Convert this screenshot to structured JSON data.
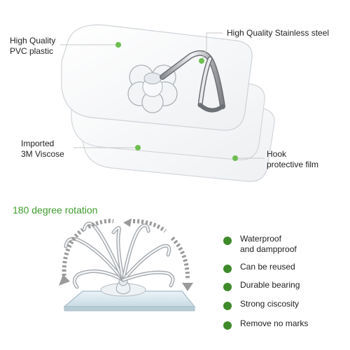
{
  "callouts": {
    "pvc": {
      "line1": "High Quality",
      "line2": "PVC plastic"
    },
    "steel": {
      "line1": "High Quality Stainless steel"
    },
    "viscose": {
      "line1": "Imported",
      "line2": "3M Viscose"
    },
    "film": {
      "line1": "Hook",
      "line2": "protective film"
    }
  },
  "rotation": {
    "title": "180 degree rotation"
  },
  "features": [
    {
      "line1": "Waterproof",
      "line2": "and dampproof"
    },
    {
      "line1": "Can be reused"
    },
    {
      "line1": "Durable bearing"
    },
    {
      "line1": "Strong ciscosity"
    },
    {
      "line1": "Remove no marks"
    }
  ],
  "colors": {
    "accent_green": "#3e9a2b",
    "bullet_green": "#3f8a2a",
    "callout_dot": "#6cbf4f",
    "arrow_gray": "#9a9a9a"
  }
}
